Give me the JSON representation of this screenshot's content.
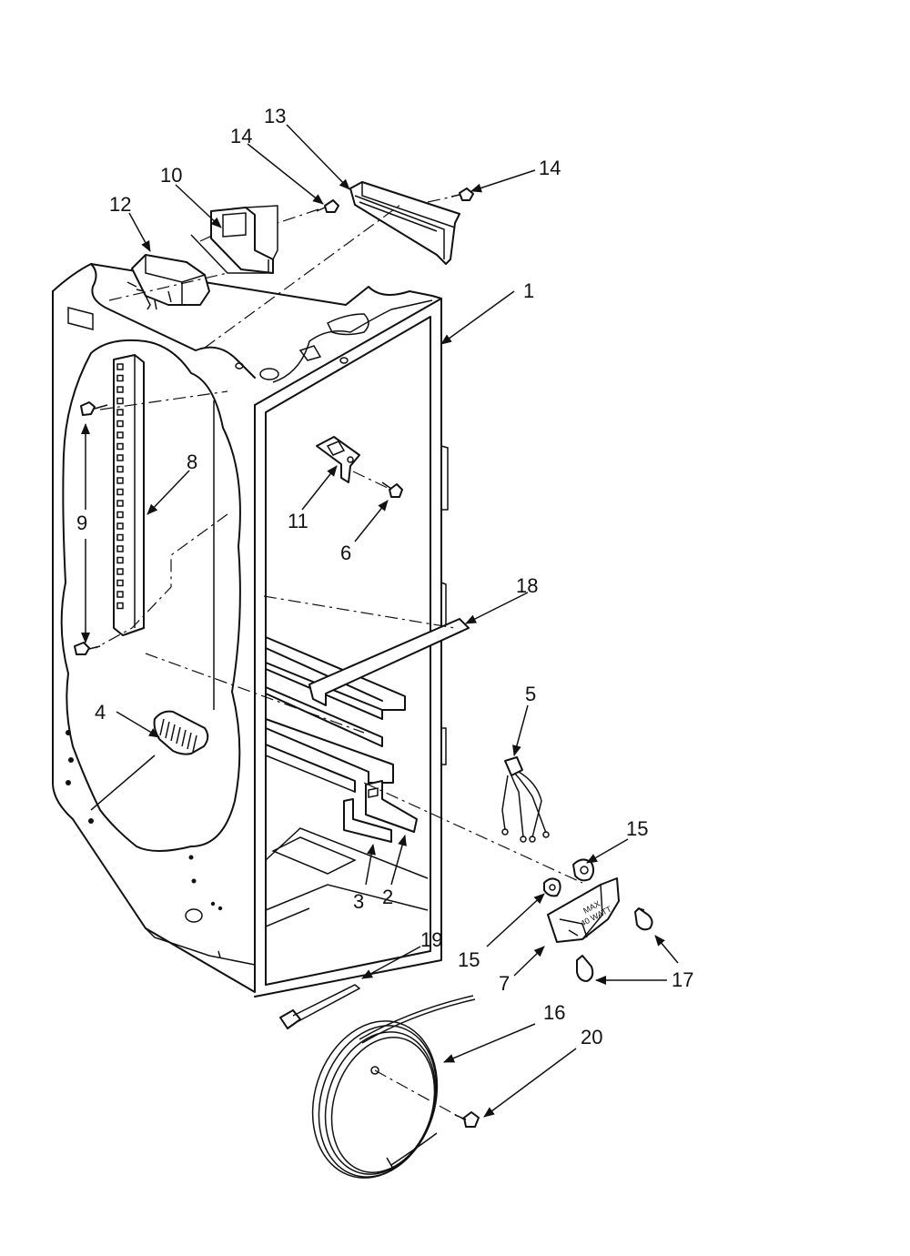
{
  "callouts": {
    "c1": "1",
    "c2": "2",
    "c3": "3",
    "c4": "4",
    "c5": "5",
    "c6": "6",
    "c7": "7",
    "c8": "8",
    "c9": "9",
    "c10": "10",
    "c11": "11",
    "c12": "12",
    "c13": "13",
    "c14a": "14",
    "c14b": "14",
    "c15a": "15",
    "c15b": "15",
    "c16": "16",
    "c17a": "17",
    "c17b": "17",
    "c18": "18",
    "c19": "19",
    "c20": "20"
  },
  "lamp_socket_marking": {
    "line1": "MAX",
    "line2": "40 WATT"
  }
}
